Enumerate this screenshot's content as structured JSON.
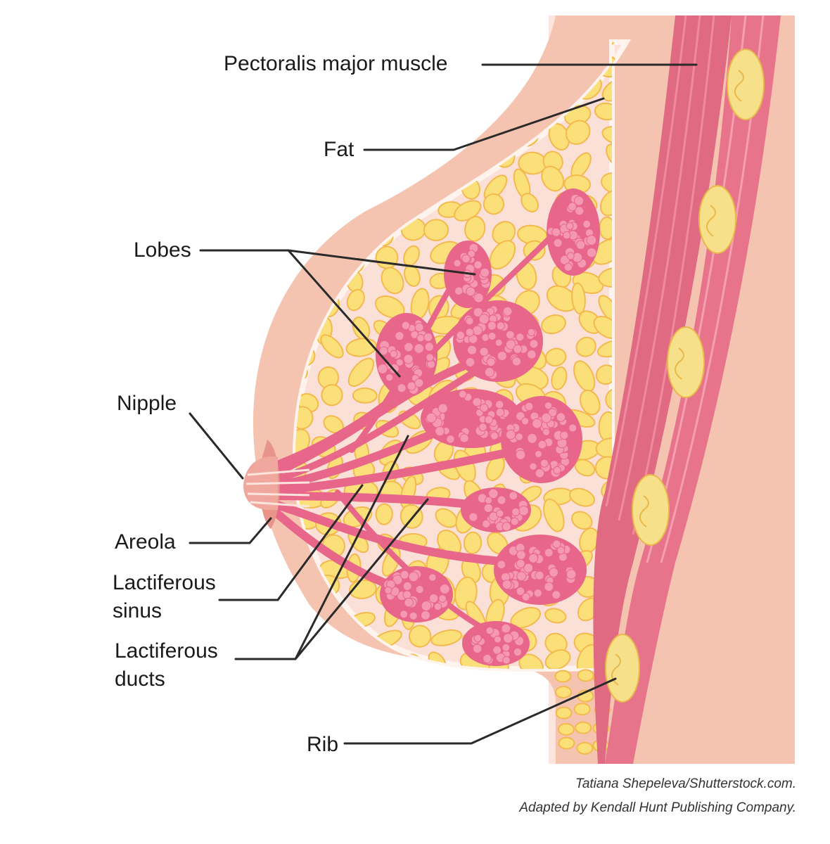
{
  "labels": {
    "pectoralis": "Pectoralis major muscle",
    "fat": "Fat",
    "lobes": "Lobes",
    "nipple": "Nipple",
    "areola": "Areola",
    "sinus_line1": "Lactiferous",
    "sinus_line2": "sinus",
    "ducts_line1": "Lactiferous",
    "ducts_line2": "ducts",
    "rib": "Rib"
  },
  "credits": {
    "line1": "Tatiana Shepeleva/Shutterstock.com.",
    "line2": "Adapted by Kendall Hunt Publishing Company."
  },
  "colors": {
    "skin": "#f5c4b0",
    "chest_wall": "#fde4dc",
    "inner_tissue": "#fbe0d8",
    "fat": "#fbe07a",
    "fat_edge": "#f3b94e",
    "muscle": "#e06a82",
    "muscle_light": "#f08aa0",
    "lobe": "#e8668a",
    "lobe_dot": "#f598b2",
    "rib": "#f7e08a",
    "nipple": "#e8948a"
  }
}
